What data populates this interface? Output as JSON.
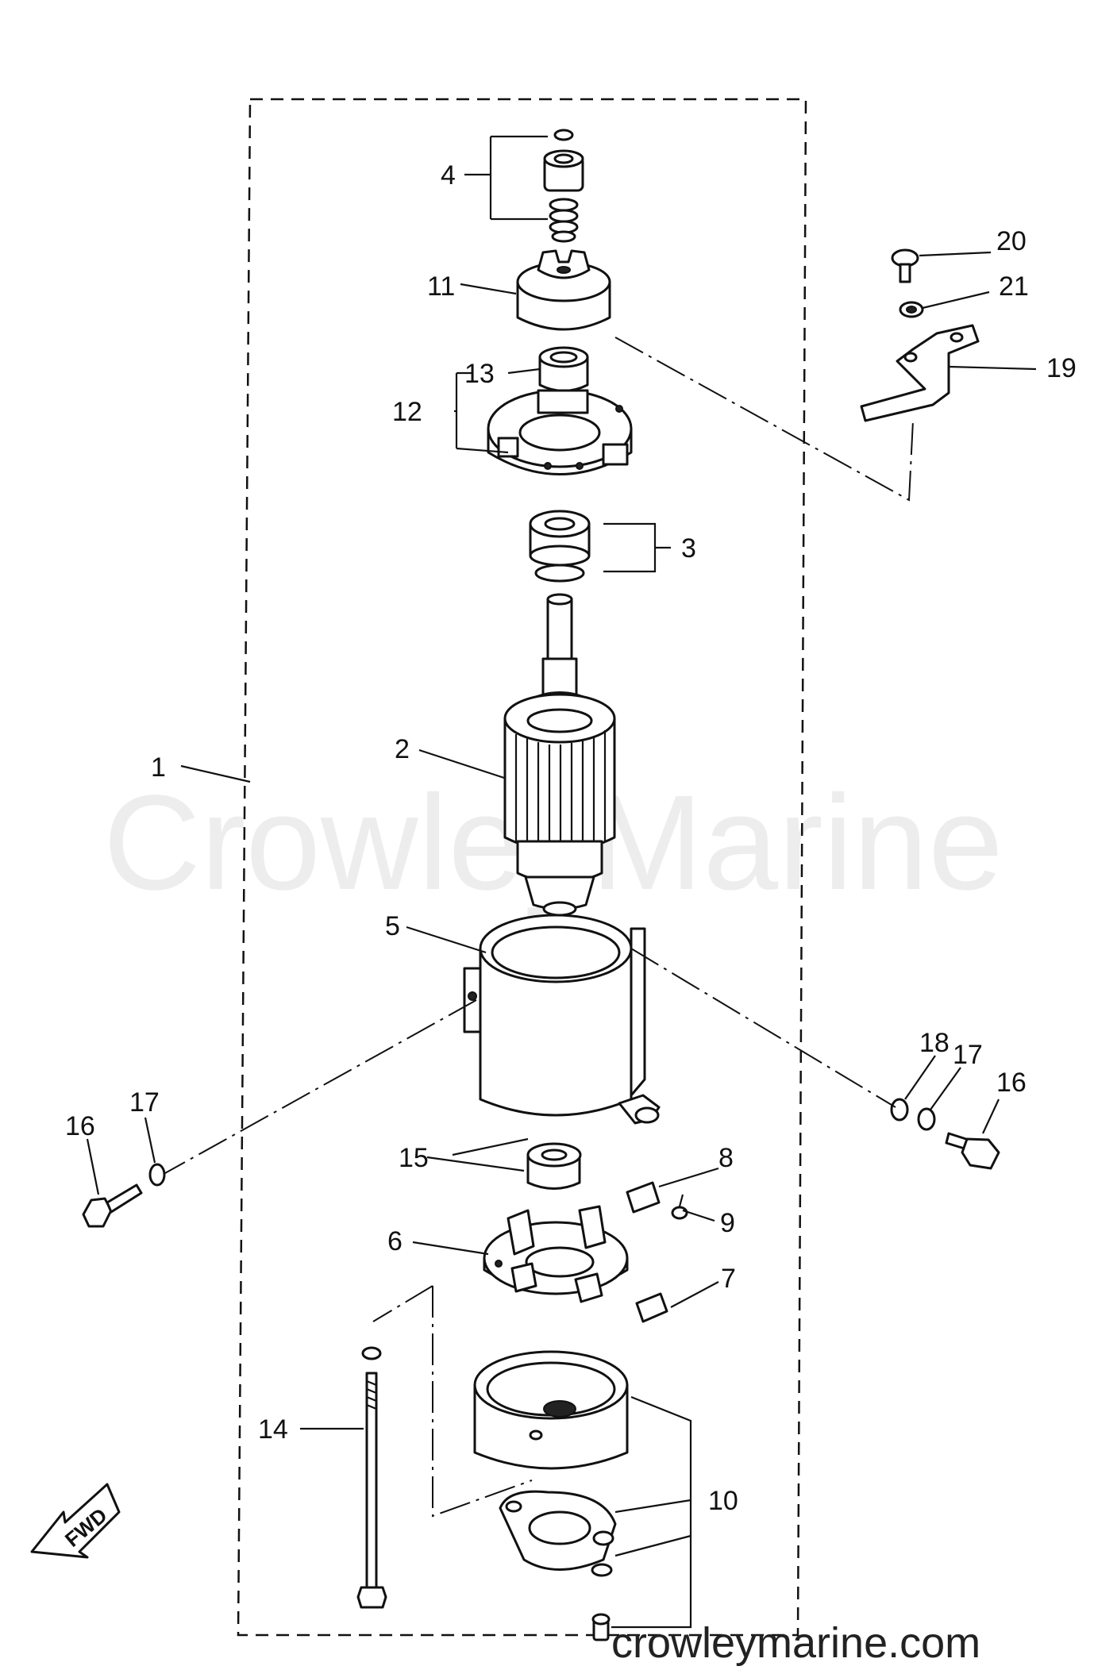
{
  "watermark": "CrowleyMarine",
  "footer_url": "crowleymarine.com",
  "direction_arrow": "FWD",
  "callouts": {
    "c1": "1",
    "c2": "2",
    "c3": "3",
    "c4": "4",
    "c5": "5",
    "c6": "6",
    "c7": "7",
    "c8": "8",
    "c9": "9",
    "c10": "10",
    "c11": "11",
    "c12": "12",
    "c13": "13",
    "c14": "14",
    "c15": "15",
    "c16a": "16",
    "c16b": "16",
    "c17a": "17",
    "c17b": "17",
    "c18": "18",
    "c19": "19",
    "c20": "20",
    "c21": "21"
  }
}
